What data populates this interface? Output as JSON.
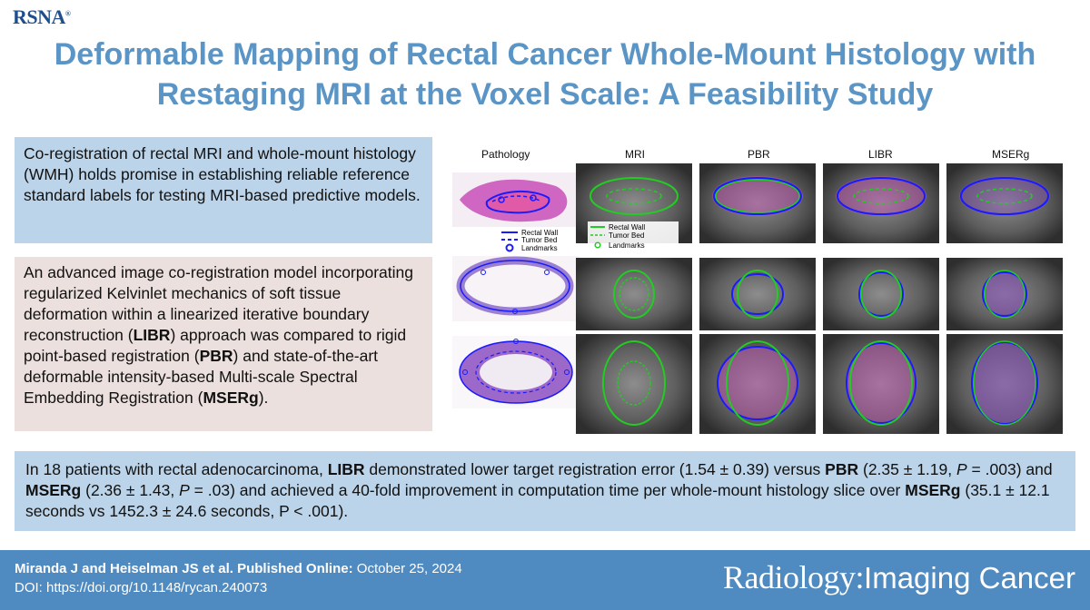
{
  "logo": "RSNA",
  "title": {
    "line1": "Deformable Mapping of Rectal Cancer Whole-Mount Histology with",
    "line2": "Restaging MRI at the Voxel Scale: A Feasibility Study"
  },
  "intro": "Co-registration of rectal MRI and whole-mount histology (WMH) holds promise in establishing reliable reference standard labels for testing MRI-based predictive models.",
  "method": {
    "p1": "An advanced image co-registration model incorporating regularized Kelvinlet mechanics of soft tissue deformation within a linearized iterative boundary reconstruction (",
    "b1": "LIBR",
    "p2": ") approach was compared to rigid point-based registration (",
    "b2": "PBR",
    "p3": ") and state-of-the-art deformable intensity-based Multi-scale Spectral Embedding Registration (",
    "b3": "MSERg",
    "p4": ")."
  },
  "result": {
    "t1": "In 18 patients with rectal adenocarcinoma, ",
    "b1": "LIBR",
    "t2": " demonstrated lower target registration error (1.54 ± 0.39) versus ",
    "b2": "PBR",
    "t3": " (2.35 ± 1.19, ",
    "i1": "P",
    "t4": " = .003) and ",
    "b3": "MSERg",
    "t5": " (2.36 ± 1.43, ",
    "i2": "P",
    "t6": " = .03) and achieved a 40-fold improvement in computation time per whole-mount histology slice over ",
    "b4": "MSERg",
    "t7": " (35.1 ± 12.1 seconds vs 1452.3 ± 24.6 seconds, P < .001)."
  },
  "figure": {
    "columns": [
      "Pathology",
      "MRI",
      "PBR",
      "LIBR",
      "MSERg"
    ],
    "legend_pathology": [
      "Rectal Wall",
      "Tumor Bed",
      "Landmarks"
    ],
    "legend_mri": [
      "Rectal Wall",
      "Tumor Bed",
      "Landmarks"
    ],
    "colors": {
      "pathology": "#1a1aff",
      "mri": "#22cc22",
      "tissue": "#c84fb8",
      "mri_bg": "#6a6a6a"
    }
  },
  "footer": {
    "authors": "Miranda J and Heiselman JS et al. Published Online:",
    "date": " October 25, 2024",
    "doi": "DOI: https://doi.org/10.1148/rycan.240073",
    "journal1": "Radiology:",
    "journal2": "Imaging Cancer"
  }
}
